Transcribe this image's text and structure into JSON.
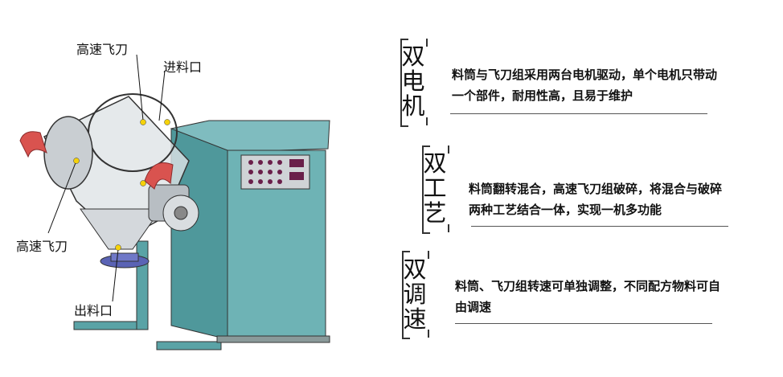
{
  "machine_labels": {
    "top_knife": "高速飞刀",
    "inlet": "进料口",
    "side_knife": "高速飞刀",
    "outlet": "出料口"
  },
  "features": [
    {
      "title": [
        "双",
        "电",
        "机"
      ],
      "line1": "料筒与飞刀组采用两台电机驱动，单个电机只带动",
      "line2": "一个部件，耐用性高，且易于维护"
    },
    {
      "title": [
        "双",
        "工",
        "艺"
      ],
      "line1": "料筒翻转混合，高速飞刀组破碎，将混合与破碎",
      "line2": "两种工艺结合一体，实现一机多功能"
    },
    {
      "title": [
        "双",
        "调",
        "速"
      ],
      "line1": "料筒、飞刀组转速可单独调整，不同配方物料可自",
      "line2": "由调速"
    }
  ],
  "colors": {
    "cabinet": "#5aa3a6",
    "panel": "#cfd3d6",
    "button": "#6a1f4a",
    "arrow": "#d9534f",
    "marker": "#f5d20a"
  }
}
